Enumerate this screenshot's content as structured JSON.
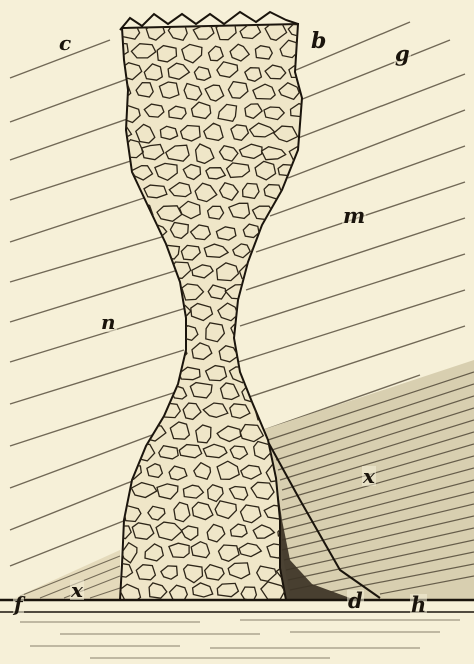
{
  "figure": {
    "labels": {
      "c": "c",
      "b": "b",
      "g": "g",
      "m": "m",
      "n": "n",
      "x_right": "x",
      "x_left": "x",
      "f": "f",
      "d": "d",
      "h": "h"
    }
  },
  "colors": {
    "paper": "#f6f0d8",
    "ink": "#1a140c",
    "hatch": "#5a5140",
    "column_fill": "#efe6c8",
    "shadow": "#3c3325"
  }
}
